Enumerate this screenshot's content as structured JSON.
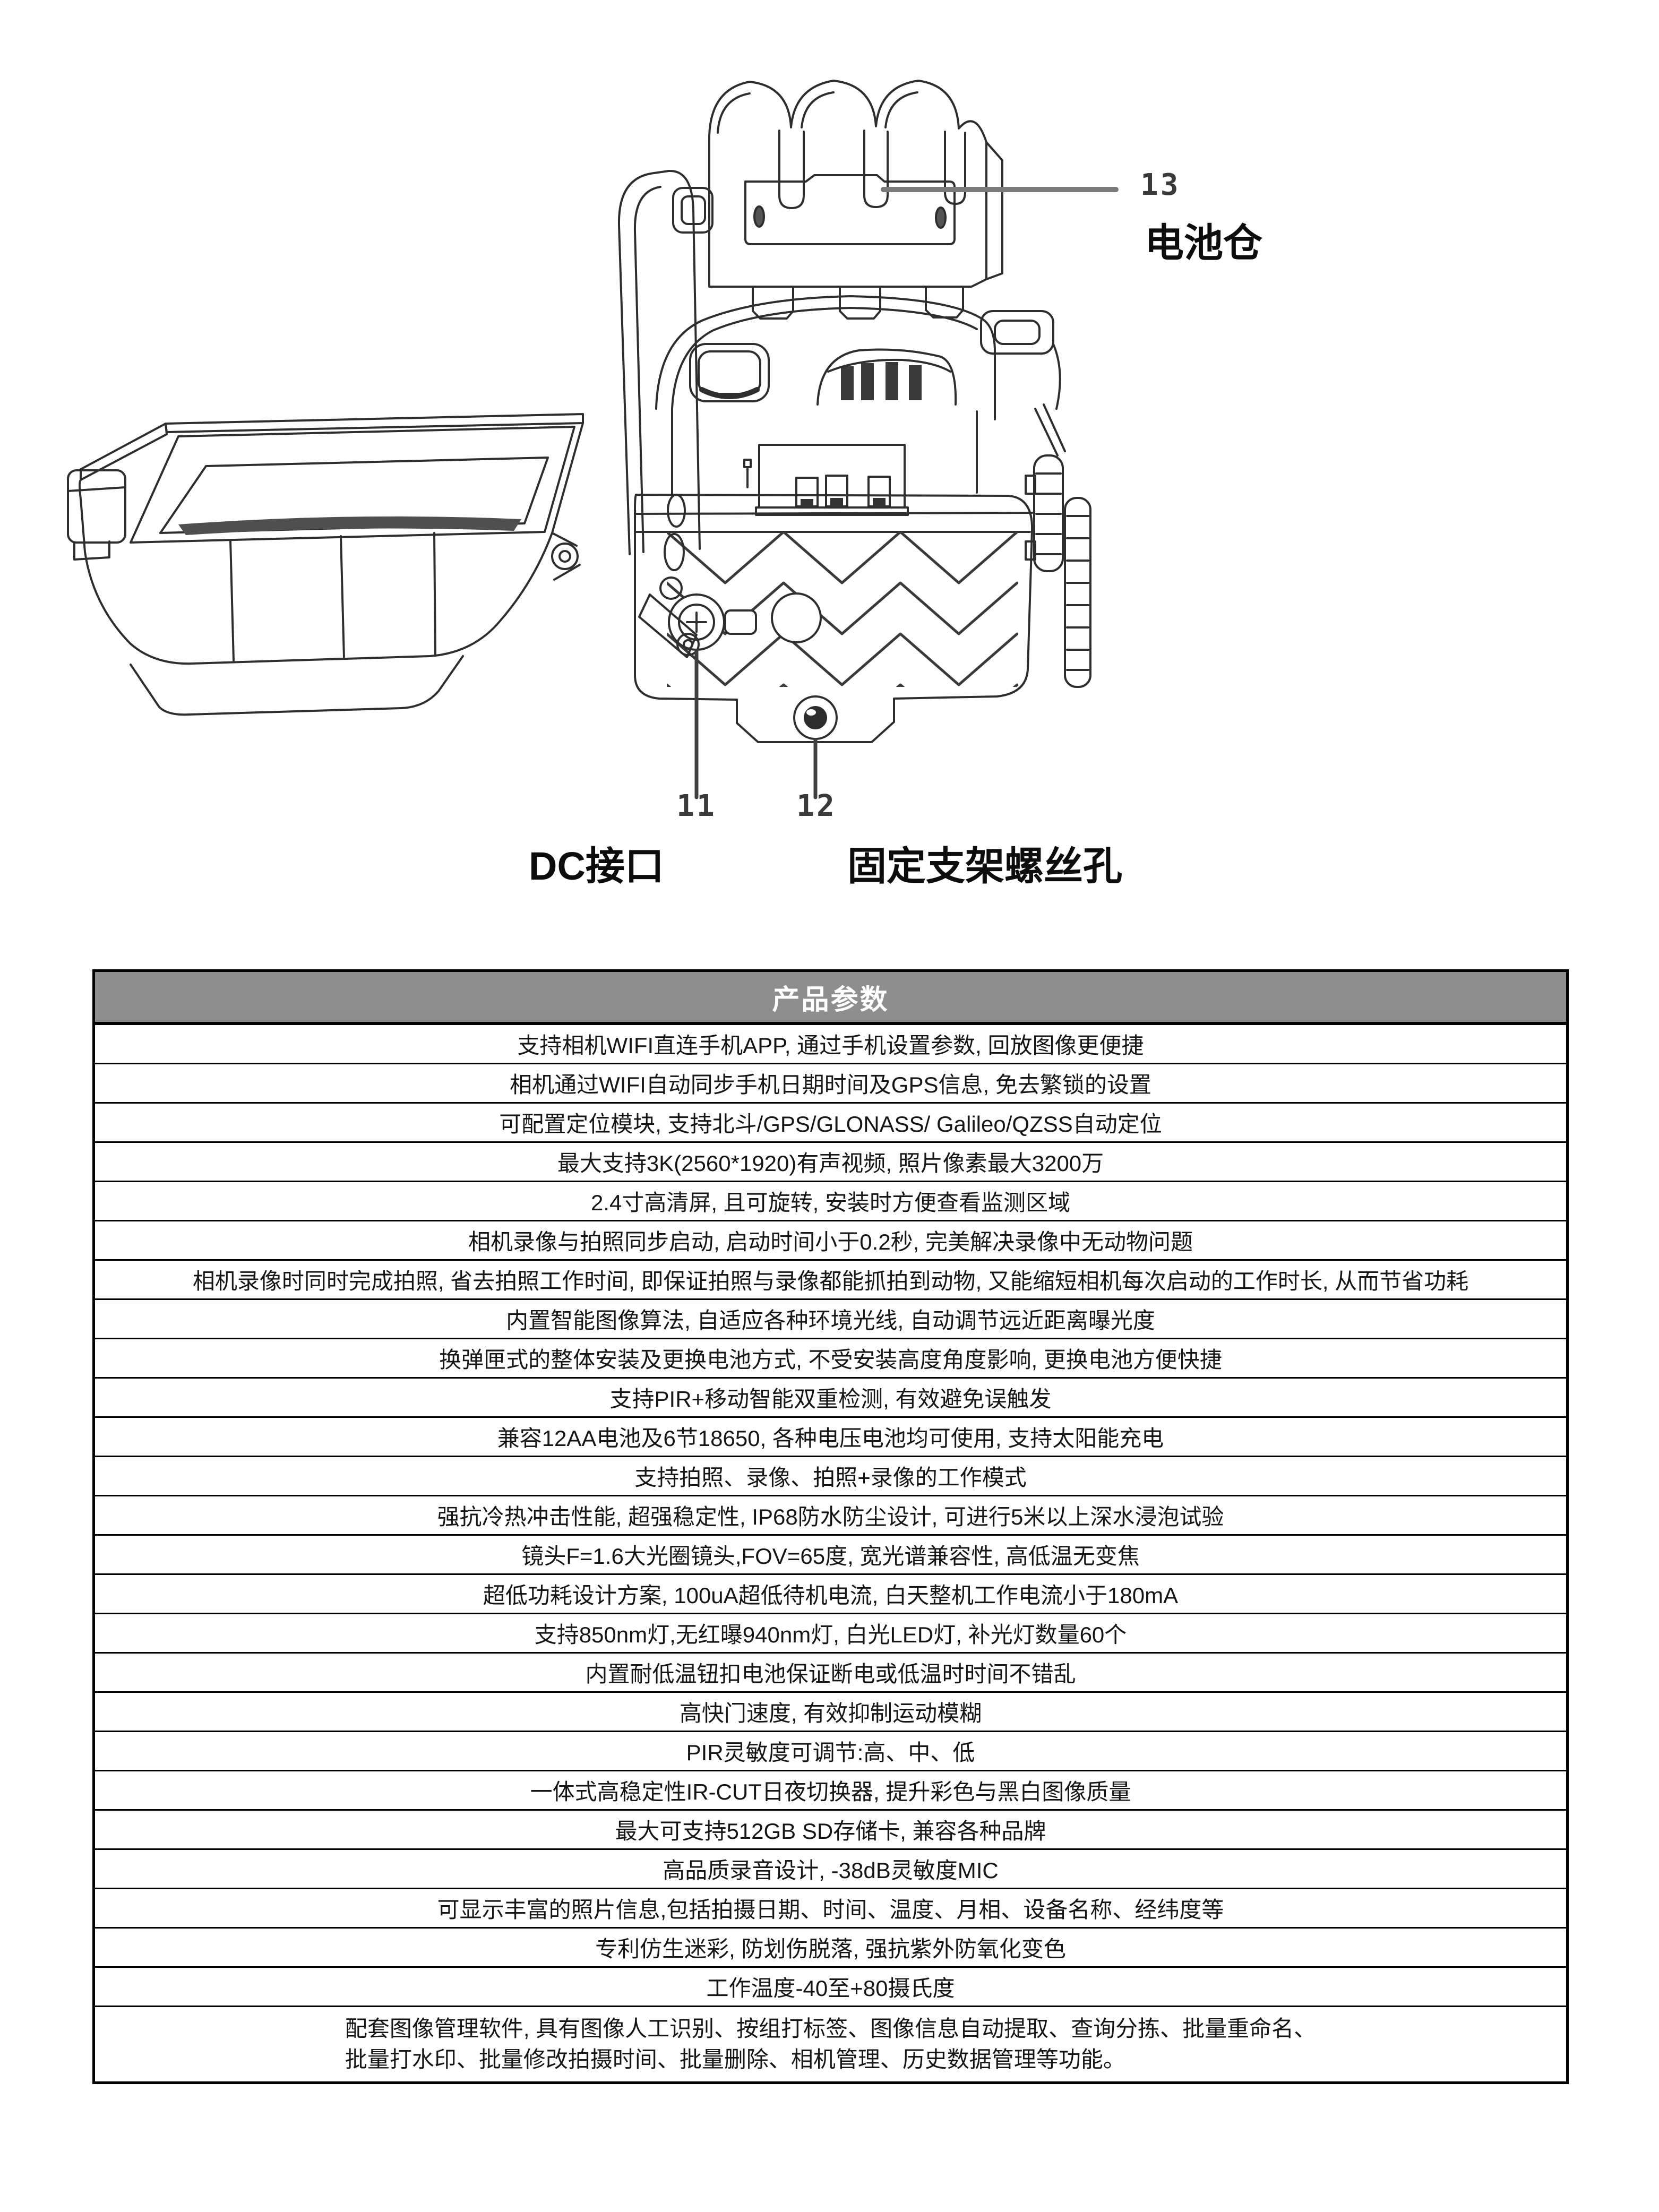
{
  "diagram": {
    "callouts": [
      {
        "number": "13",
        "label": "电池仓"
      },
      {
        "number": "11",
        "label": "DC接口"
      },
      {
        "number": "12",
        "label": "固定支架螺丝孔"
      }
    ]
  },
  "table": {
    "header": "产品参数",
    "header_bg": "#8e8e8e",
    "header_text_color": "#ffffff",
    "border_color": "#000000",
    "rows": [
      "支持相机WIFI直连手机APP, 通过手机设置参数, 回放图像更便捷",
      "相机通过WIFI自动同步手机日期时间及GPS信息, 免去繁锁的设置",
      "可配置定位模块, 支持北斗/GPS/GLONASS/ Galileo/QZSS自动定位",
      "最大支持3K(2560*1920)有声视频, 照片像素最大3200万",
      "2.4寸高清屏, 且可旋转, 安装时方便查看监测区域",
      "相机录像与拍照同步启动, 启动时间小于0.2秒, 完美解决录像中无动物问题",
      "相机录像时同时完成拍照, 省去拍照工作时间, 即保证拍照与录像都能抓拍到动物, 又能缩短相机每次启动的工作时长, 从而节省功耗",
      "内置智能图像算法, 自适应各种环境光线, 自动调节远近距离曝光度",
      "换弹匣式的整体安装及更换电池方式, 不受安装高度角度影响, 更换电池方便快捷",
      "支持PIR+移动智能双重检测, 有效避免误触发",
      "兼容12AA电池及6节18650, 各种电压电池均可使用, 支持太阳能充电",
      "支持拍照、录像、拍照+录像的工作模式",
      "强抗冷热冲击性能, 超强稳定性, IP68防水防尘设计, 可进行5米以上深水浸泡试验",
      "镜头F=1.6大光圈镜头,FOV=65度, 宽光谱兼容性, 高低温无变焦",
      "超低功耗设计方案, 100uA超低待机电流, 白天整机工作电流小于180mA",
      "支持850nm灯,无红曝940nm灯, 白光LED灯, 补光灯数量60个",
      "内置耐低温钮扣电池保证断电或低温时时间不错乱",
      "高快门速度, 有效抑制运动模糊",
      "PIR灵敏度可调节:高、中、低",
      "一体式高稳定性IR-CUT日夜切换器, 提升彩色与黑白图像质量",
      "最大可支持512GB SD存储卡, 兼容各种品牌",
      "高品质录音设计, -38dB灵敏度MIC",
      "可显示丰富的照片信息,包括拍摄日期、时间、温度、月相、设备名称、经纬度等",
      "专利仿生迷彩, 防划伤脱落, 强抗紫外防氧化变色",
      "工作温度-40至+80摄氏度"
    ],
    "tall_row": {
      "lines": [
        "配套图像管理软件, 具有图像人工识别、按组打标签、图像信息自动提取、查询分拣、批量重命名、",
        "批量打水印、批量修改拍摄时间、批量删除、相机管理、历史数据管理等功能。"
      ]
    }
  }
}
